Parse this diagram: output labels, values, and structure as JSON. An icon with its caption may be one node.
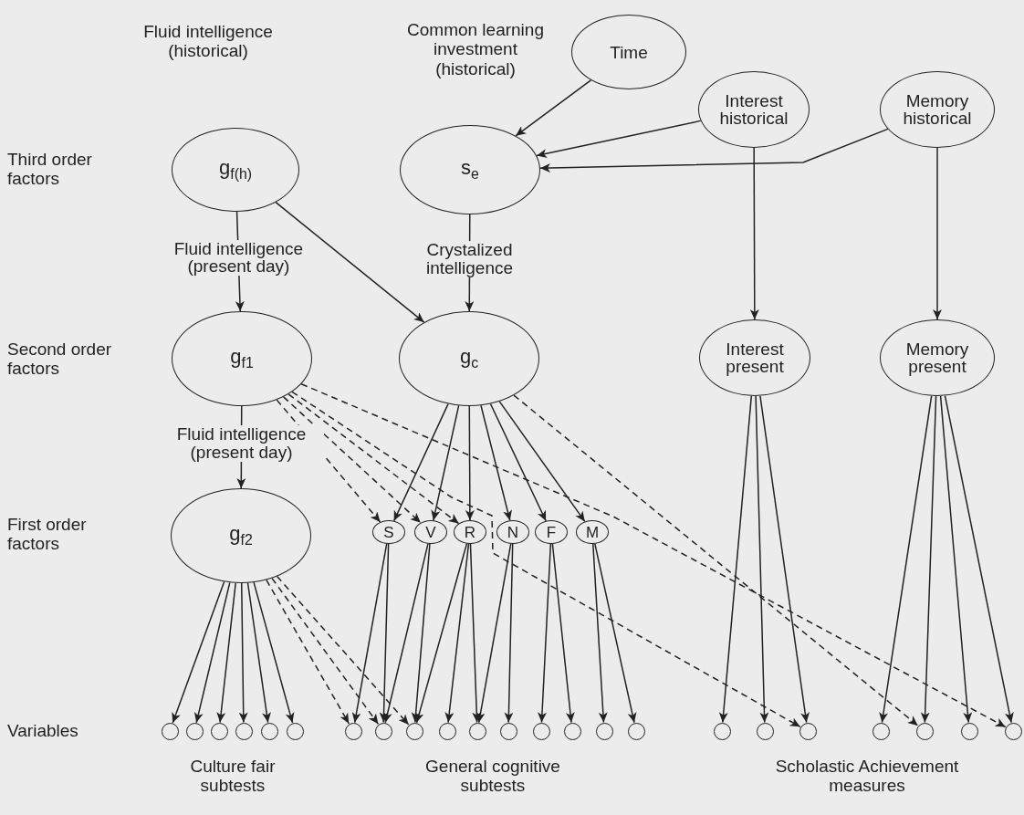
{
  "diagram": {
    "nodes": [
      {
        "text": [
          "g$_{f(h)}$"
        ]
      },
      {
        "text": [
          "s$_{e}$"
        ]
      },
      {
        "text": [
          "Time"
        ]
      },
      {
        "text": [
          "Interest historical"
        ]
      },
      {
        "text": [
          "Memory historical"
        ]
      },
      {
        "text": [
          "g$_{f1}$"
        ]
      },
      {
        "text": [
          "g$_{c}$"
        ]
      },
      {
        "text": [
          "Interest present"
        ]
      },
      {
        "text": [
          "Memory present"
        ]
      },
      {
        "text": [
          "g$_{f2}$"
        ]
      },
      {
        "text": [
          "S"
        ]
      },
      {
        "text": [
          "V"
        ]
      },
      {
        "text": [
          "R"
        ]
      },
      {
        "text": [
          "N"
        ]
      },
      {
        "text": [
          "F"
        ]
      },
      {
        "text": [
          "M"
        ]
      },
      {
        "text": [],
        "shape": "circle"
      },
      {
        "text": [],
        "shape": "circle"
      },
      {
        "text": [],
        "shape": "circle"
      },
      {
        "text": [],
        "shape": "circle"
      },
      {
        "text": [],
        "shape": "circle"
      },
      {
        "text": [],
        "shape": "circle"
      },
      {
        "text": [],
        "shape": "circle"
      },
      {
        "text": [],
        "shape": "circle"
      },
      {
        "text": [],
        "shape": "circle"
      },
      {
        "text": [],
        "shape": "circle"
      },
      {
        "text": [],
        "shape": "circle"
      },
      {
        "text": [],
        "shape": "circle"
      },
      {
        "text": [],
        "shape": "circle"
      },
      {
        "text": [],
        "shape": "circle"
      },
      {
        "text": [],
        "shape": "circle"
      },
      {
        "text": [],
        "shape": "circle"
      },
      {
        "text": [],
        "shape": "circle"
      },
      {
        "text": [],
        "shape": "circle"
      },
      {
        "text": [],
        "shape": "circle"
      },
      {
        "text": [],
        "shape": "circle"
      },
      {
        "text": [],
        "shape": "circle"
      },
      {
        "text": [],
        "shape": "circle"
      },
      {
        "text": [],
        "shape": "circle"
      }
    ],
    "edges": [
      {
        "from": 2,
        "to": 1,
        "arrow": "to"
      },
      {
        "from": 3,
        "to": 1,
        "arrow": "to"
      },
      {
        "from": 4,
        "to": 1,
        "arrow": "to"
      },
      {
        "from": 0,
        "to": 5,
        "arrow": "to",
        "label": "Fluid intelligence (present day)"
      },
      {
        "from": 0,
        "to": 6,
        "arrow": "to"
      },
      {
        "from": 1,
        "to": 6,
        "arrow": "to",
        "label": "Crystalized intelligence"
      },
      {
        "from": 3,
        "to": 7,
        "arrow": "to"
      },
      {
        "from": 4,
        "to": 8,
        "arrow": "to"
      },
      {
        "from": 5,
        "to": 9,
        "arrow": "to",
        "label": "Fluid intelligence (present day)"
      },
      {
        "from": 6,
        "to": 10,
        "arrow": "to"
      },
      {
        "from": 6,
        "to": 11,
        "arrow": "to"
      },
      {
        "from": 6,
        "to": 12,
        "arrow": "to"
      },
      {
        "from": 6,
        "to": 13,
        "arrow": "to"
      },
      {
        "from": 6,
        "to": 14,
        "arrow": "to"
      },
      {
        "from": 6,
        "to": 15,
        "arrow": "to"
      },
      {
        "from": 5,
        "to": 10,
        "arrow": "to",
        "style": "dashed"
      },
      {
        "from": 5,
        "to": 11,
        "arrow": "to",
        "style": "dashed"
      },
      {
        "from": 5,
        "to": 12,
        "arrow": "to",
        "style": "dashed"
      },
      {
        "from": 5,
        "to": 34,
        "arrow": "to",
        "style": "dashed"
      },
      {
        "from": 5,
        "to": 38,
        "arrow": "to",
        "style": "dashed"
      },
      {
        "from": 6,
        "to": 36,
        "arrow": "to",
        "style": "dashed"
      },
      {
        "from": 9,
        "to": 16,
        "arrow": "to"
      },
      {
        "from": 9,
        "to": 17,
        "arrow": "to"
      },
      {
        "from": 9,
        "to": 18,
        "arrow": "to"
      },
      {
        "from": 9,
        "to": 19,
        "arrow": "to"
      },
      {
        "from": 9,
        "to": 20,
        "arrow": "to"
      },
      {
        "from": 9,
        "to": 21,
        "arrow": "to"
      },
      {
        "from": 9,
        "to": 22,
        "arrow": "to",
        "style": "dashed"
      },
      {
        "from": 9,
        "to": 23,
        "arrow": "to",
        "style": "dashed"
      },
      {
        "from": 9,
        "to": 24,
        "arrow": "to",
        "style": "dashed"
      },
      {
        "from": 10,
        "to": 22,
        "arrow": "to"
      },
      {
        "from": 10,
        "to": 23,
        "arrow": "to"
      },
      {
        "from": 11,
        "to": 23,
        "arrow": "to"
      },
      {
        "from": 11,
        "to": 24,
        "arrow": "to"
      },
      {
        "from": 12,
        "to": 24,
        "arrow": "to"
      },
      {
        "from": 12,
        "to": 25,
        "arrow": "to"
      },
      {
        "from": 12,
        "to": 26,
        "arrow": "to"
      },
      {
        "from": 13,
        "to": 26,
        "arrow": "to"
      },
      {
        "from": 13,
        "to": 27,
        "arrow": "to"
      },
      {
        "from": 14,
        "to": 28,
        "arrow": "to"
      },
      {
        "from": 14,
        "to": 29,
        "arrow": "to"
      },
      {
        "from": 15,
        "to": 30,
        "arrow": "to"
      },
      {
        "from": 15,
        "to": 31,
        "arrow": "to"
      },
      {
        "from": 7,
        "to": 32,
        "arrow": "to"
      },
      {
        "from": 7,
        "to": 33,
        "arrow": "to"
      },
      {
        "from": 7,
        "to": 34,
        "arrow": "to"
      },
      {
        "from": 8,
        "to": 35,
        "arrow": "to"
      },
      {
        "from": 8,
        "to": 36,
        "arrow": "to"
      },
      {
        "from": 8,
        "to": 37,
        "arrow": "to"
      },
      {
        "from": 8,
        "to": 38,
        "arrow": "to"
      }
    ],
    "labels": [
      "Fluid intelligence (historical)",
      "Common learning investment (historical)",
      "Third order factors",
      "Second order factors",
      "First order factors",
      "Variables",
      "Culture fair subtests",
      "General cognitive subtests",
      "Scholastic Achievement measures"
    ]
  }
}
